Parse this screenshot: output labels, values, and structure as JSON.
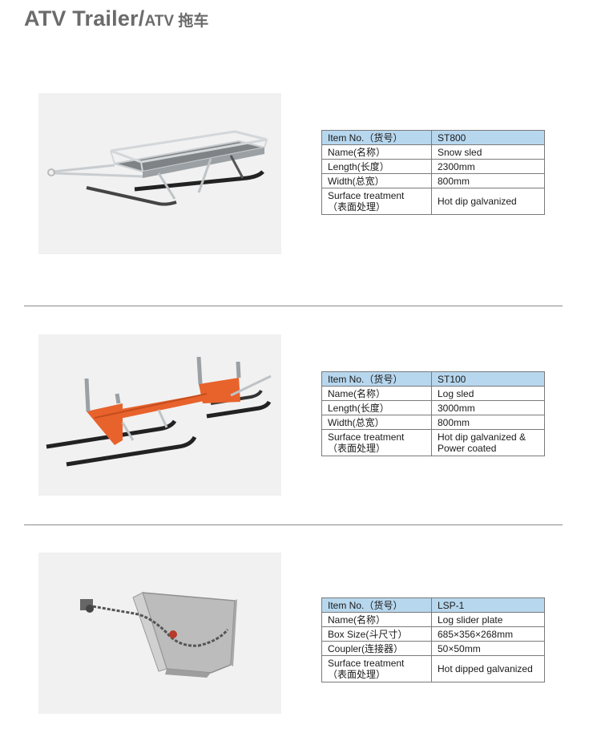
{
  "header": {
    "title_en": "ATV Trailer/",
    "title_cn": "ATV 拖车"
  },
  "products": [
    {
      "rows": [
        {
          "label": "Item No.（货号）",
          "value": "ST800"
        },
        {
          "label": "Name(名称）",
          "value": "Snow sled"
        },
        {
          "label": "Length(长度）",
          "value": "2300mm"
        },
        {
          "label": "Width(总宽）",
          "value": "800mm"
        }
      ],
      "surface": {
        "label1": "Surface treatment",
        "label2": "（表面处理）",
        "value1": "Hot dip galvanized",
        "value2": ""
      }
    },
    {
      "rows": [
        {
          "label": "Item No.（货号）",
          "value": "ST100"
        },
        {
          "label": "Name(名称）",
          "value": "Log sled"
        },
        {
          "label": "Length(长度）",
          "value": "3000mm"
        },
        {
          "label": "Width(总宽）",
          "value": "800mm"
        }
      ],
      "surface": {
        "label1": "Surface treatment",
        "label2": "（表面处理）",
        "value1": "Hot dip galvanized &",
        "value2": "Power coated"
      }
    },
    {
      "rows": [
        {
          "label": "Item No.（货号）",
          "value": "LSP-1"
        },
        {
          "label": "Name(名称）",
          "value": "Log slider plate"
        },
        {
          "label": "Box Size(斗尺寸）",
          "value": "685×356×268mm"
        },
        {
          "label": "Coupler(连接器）",
          "value": "50×50mm"
        }
      ],
      "surface": {
        "label1": "Surface treatment",
        "label2": "（表面处理）",
        "value1": "Hot dipped galvanized",
        "value2": ""
      }
    }
  ],
  "colors": {
    "header_cell": "#b7d7ee",
    "log_sled_frame": "#e8622c",
    "title": "#6b6b6b"
  },
  "images": [
    "snow-sled-photo",
    "log-sled-photo",
    "log-slider-plate-photo"
  ]
}
